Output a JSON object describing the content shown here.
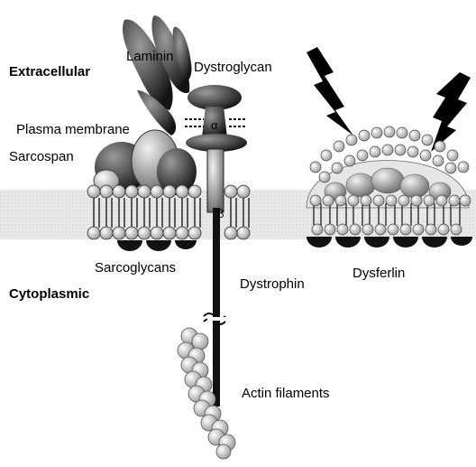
{
  "labels": {
    "extracellular": "Extracellular",
    "cytoplasmic": "Cytoplasmic",
    "laminin": "Laminin",
    "dystroglycan": "Dystroglycan",
    "plasma_membrane": "Plasma membrane",
    "sarcospan": "Sarcospan",
    "sarcoglycans": "Sarcoglycans",
    "dystrophin": "Dystrophin",
    "dysferlin": "Dysferlin",
    "actin_filaments": "Actin filaments",
    "alpha": "α",
    "beta": "β"
  },
  "colors": {
    "ink": "#000000",
    "membrane_fill": "#d8d8d8",
    "protein_dark": "#2a2a2a",
    "protein_mid": "#8a8a8a",
    "protein_light": "#c8c8c8"
  }
}
